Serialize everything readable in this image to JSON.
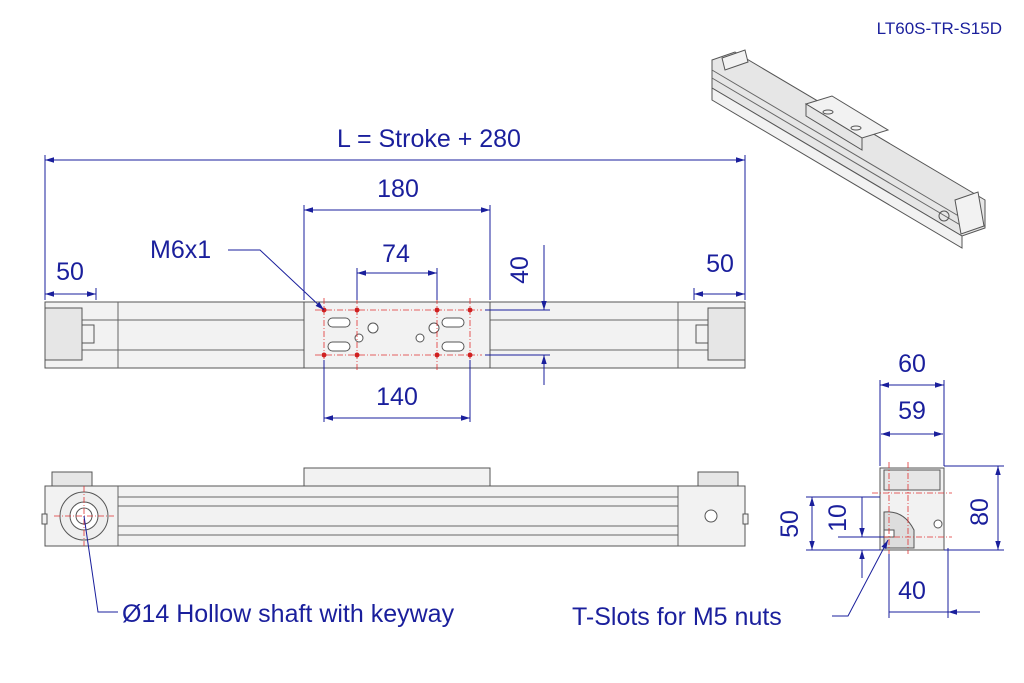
{
  "model": "LT60S-TR-S15D",
  "dimensions": {
    "overall_length": "L = Stroke + 280",
    "carriage_length": "180",
    "hole_spacing_inner": "74",
    "hole_spacing_outer": "140",
    "carriage_width": "40",
    "end_left": "50",
    "end_right": "50",
    "profile_width_60": "60",
    "profile_width_59": "59",
    "profile_height": "80",
    "shaft_height": "50",
    "slot_height": "10",
    "slot_width": "40"
  },
  "labels": {
    "thread": "M6x1",
    "shaft": "Ø14 Hollow shaft with keyway",
    "tslots": "T-Slots for M5 nuts"
  },
  "colors": {
    "dimension": "#1a1f9c",
    "centerline": "#e03030",
    "part_outline": "#555555"
  }
}
